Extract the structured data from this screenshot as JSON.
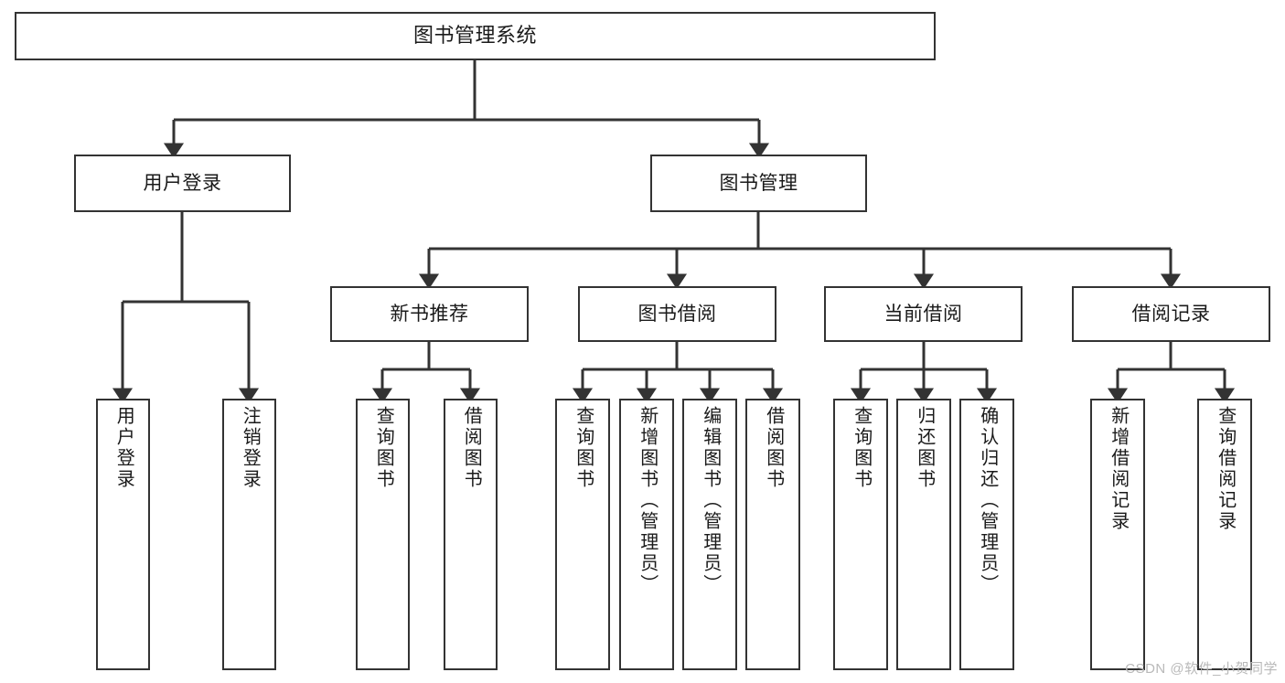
{
  "diagram": {
    "title": "图书管理系统",
    "type": "tree-hierarchy",
    "watermark": "CSDN @软件_小贺同学",
    "colors": {
      "stroke": "#333333",
      "fill": "#ffffff",
      "text": "#1a1a1a",
      "watermark": "#b9b9b9"
    },
    "levels": {
      "root": {
        "label": "图书管理系统"
      },
      "level2": [
        {
          "label": "用户登录"
        },
        {
          "label": "图书管理"
        }
      ],
      "level3": [
        {
          "label": "新书推荐"
        },
        {
          "label": "图书借阅"
        },
        {
          "label": "当前借阅"
        },
        {
          "label": "借阅记录"
        }
      ],
      "leaves": {
        "user_login": [
          {
            "label": "用户登录"
          },
          {
            "label": "注销登录"
          }
        ],
        "new_book_recommend": [
          {
            "label": "查询图书"
          },
          {
            "label": "借阅图书"
          }
        ],
        "book_borrow": [
          {
            "label": "查询图书"
          },
          {
            "label": "新增图书（管理员）"
          },
          {
            "label": "编辑图书（管理员）"
          },
          {
            "label": "借阅图书"
          }
        ],
        "current_borrow": [
          {
            "label": "查询图书"
          },
          {
            "label": "归还图书"
          },
          {
            "label": "确认归还（管理员）"
          }
        ],
        "borrow_record": [
          {
            "label": "新增借阅记录"
          },
          {
            "label": "查询借阅记录"
          }
        ]
      }
    }
  }
}
